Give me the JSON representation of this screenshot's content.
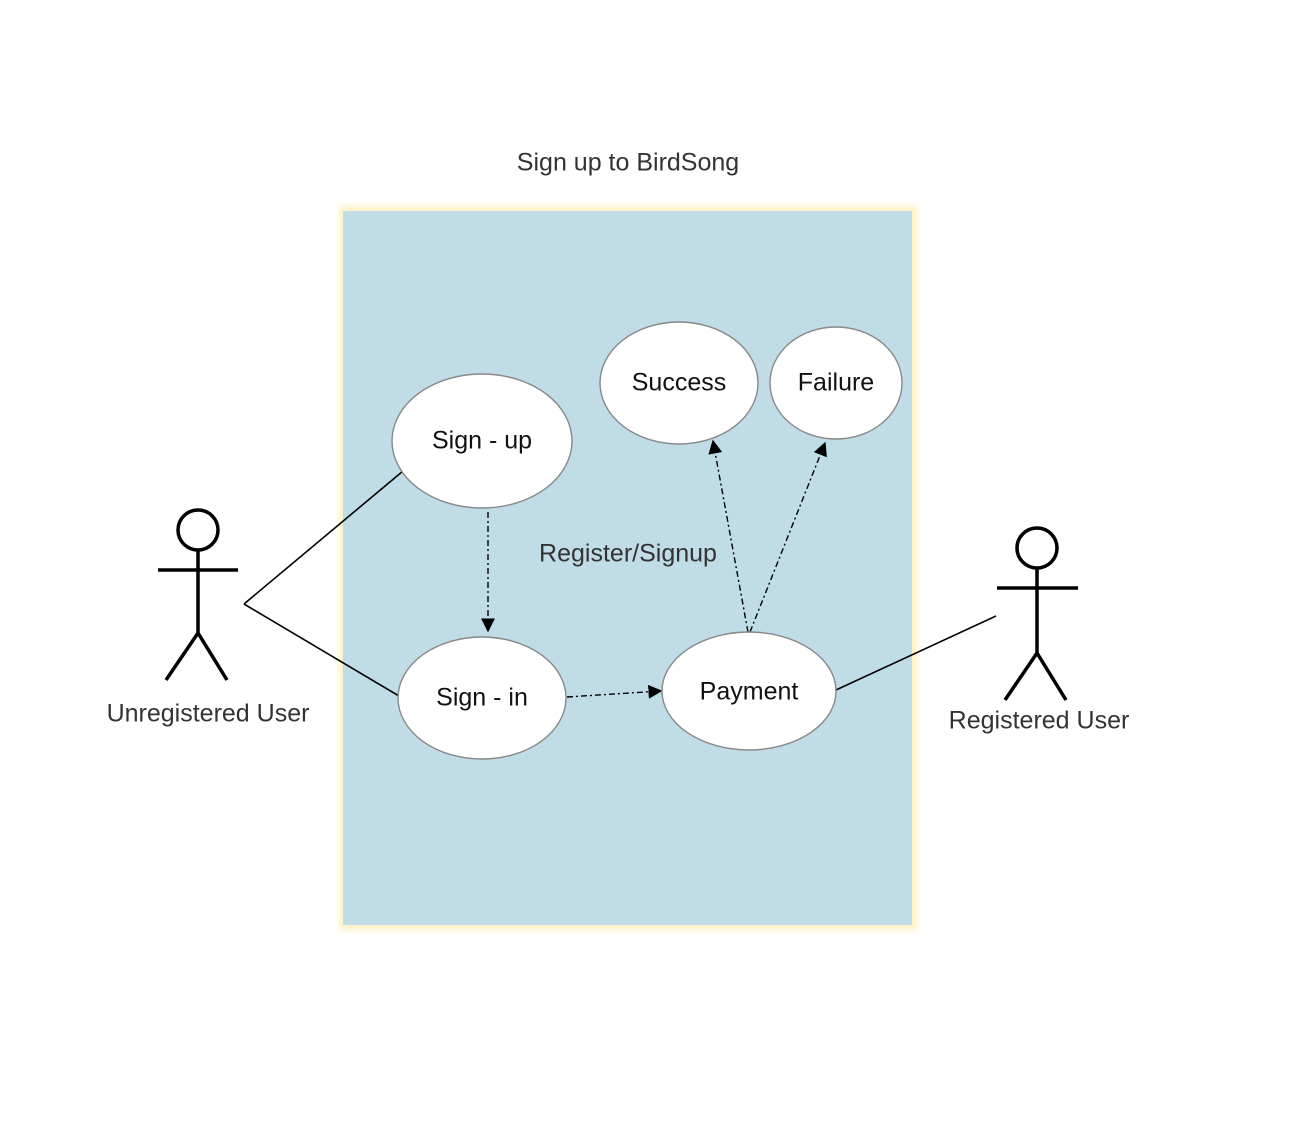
{
  "diagram": {
    "title": "Sign up to BirdSong",
    "boundary_color": "#c0dce6",
    "boundary_glow": "#fff2c2",
    "usecases": {
      "signup": "Sign - up",
      "signin": "Sign - in",
      "payment": "Payment",
      "success": "Success",
      "failure": "Failure"
    },
    "actors": {
      "unregistered": "Unregistered User",
      "registered": "Registered User"
    },
    "edge_labels": {
      "register_signup": "Register/Signup"
    },
    "icons": {
      "actor": "stick-figure-icon",
      "arrowhead": "triangle-arrow-icon"
    }
  }
}
